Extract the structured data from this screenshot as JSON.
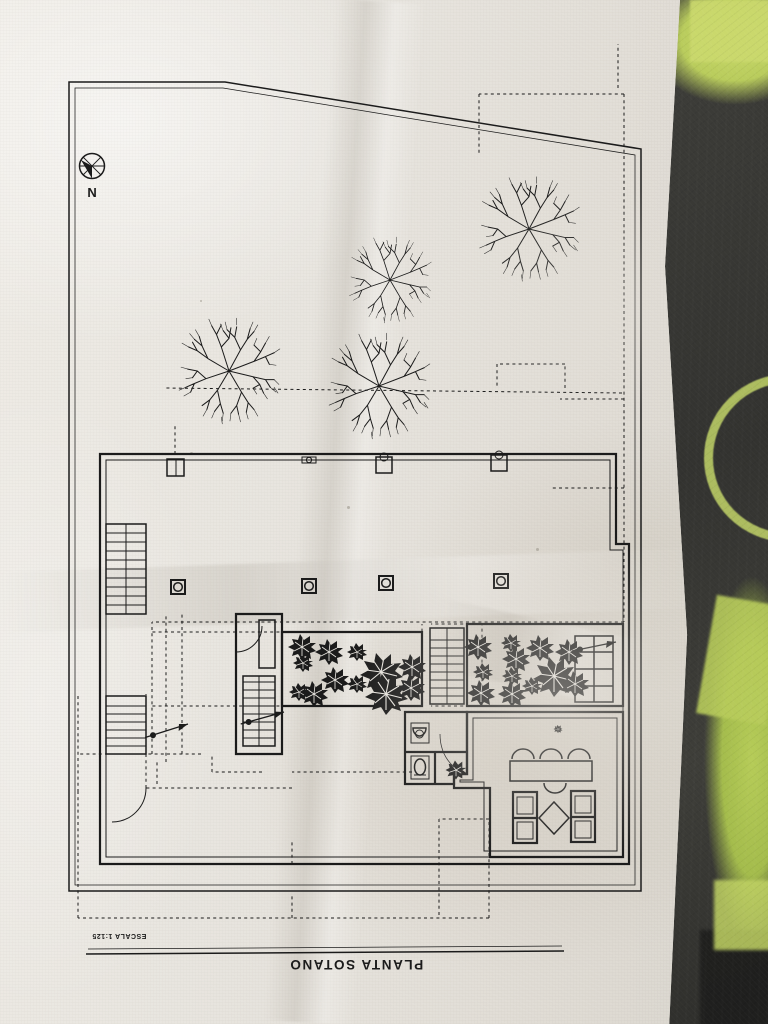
{
  "document": {
    "title": "PLANTA SOTANO",
    "scale": "ESCALA 1:125",
    "orientation_note": "sheet photographed upside down",
    "north_label": "N",
    "medium": "photocopied architectural floor plan on paper"
  },
  "colors": {
    "paper": "#e7e4de",
    "ink": "#1b1b1b",
    "background_dark": "#3a3a36",
    "background_accent": "#c2d468"
  },
  "plan": {
    "name": "basement-floor-plan",
    "rooms": [
      {
        "name": "lounge-dining-room",
        "contents": "two sofas, diamond coffee table, rectangular dining table with five chairs"
      },
      {
        "name": "restroom-upper",
        "contents": "toilet fixture"
      },
      {
        "name": "restroom-lower",
        "contents": "wash basin fixture"
      },
      {
        "name": "open-hall",
        "contents": "four interior columns"
      },
      {
        "name": "garden-court-left",
        "contents": "planting grid and dense shrub massing"
      },
      {
        "name": "garden-court-right",
        "contents": "dense shrub massing"
      },
      {
        "name": "exterior-yard",
        "contents": "four canopy trees"
      }
    ],
    "stairs": [
      {
        "name": "stair-garden-left",
        "treads": 8,
        "label": ""
      },
      {
        "name": "stair-garden-center",
        "treads": 10,
        "label": ""
      },
      {
        "name": "stair-core-interior",
        "treads": 9,
        "label": ""
      },
      {
        "name": "stair-exterior-right-upper",
        "treads": 7,
        "label": ""
      },
      {
        "name": "stair-exterior-right-lower",
        "treads": 10,
        "label": ""
      }
    ],
    "columns": [
      {
        "name": "column-1"
      },
      {
        "name": "column-2"
      },
      {
        "name": "column-3"
      },
      {
        "name": "column-4"
      }
    ],
    "trees": [
      {
        "name": "tree-1"
      },
      {
        "name": "tree-2"
      },
      {
        "name": "tree-3"
      },
      {
        "name": "tree-4"
      }
    ],
    "doors": [
      {
        "name": "door-swing-stair-core"
      },
      {
        "name": "door-swing-right-wall"
      }
    ],
    "wall_openings": [
      {
        "name": "opening-1"
      },
      {
        "name": "opening-2"
      },
      {
        "name": "opening-3"
      },
      {
        "name": "opening-4"
      }
    ],
    "linework": {
      "property_boundary": "solid double line",
      "upper_level_outline": "dotted line",
      "section_axis": "dash-dot line"
    }
  },
  "symbols": {
    "north_arrow": "north-arrow-symbol",
    "scale_bar": "title-underline-rule"
  }
}
